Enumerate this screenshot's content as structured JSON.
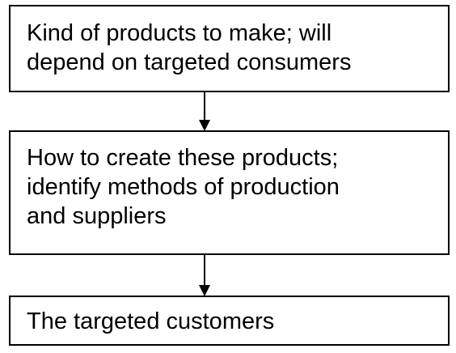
{
  "boxes": [
    {
      "lines": [
        "Kind of products to make; will",
        "depend on targeted consumers"
      ]
    },
    {
      "lines": [
        "How to create these products;",
        "identify methods of production",
        "and suppliers"
      ]
    },
    {
      "lines": [
        "The targeted customers"
      ]
    }
  ],
  "colors": {
    "stroke": "#000000",
    "text": "#000000",
    "background": "#ffffff"
  }
}
